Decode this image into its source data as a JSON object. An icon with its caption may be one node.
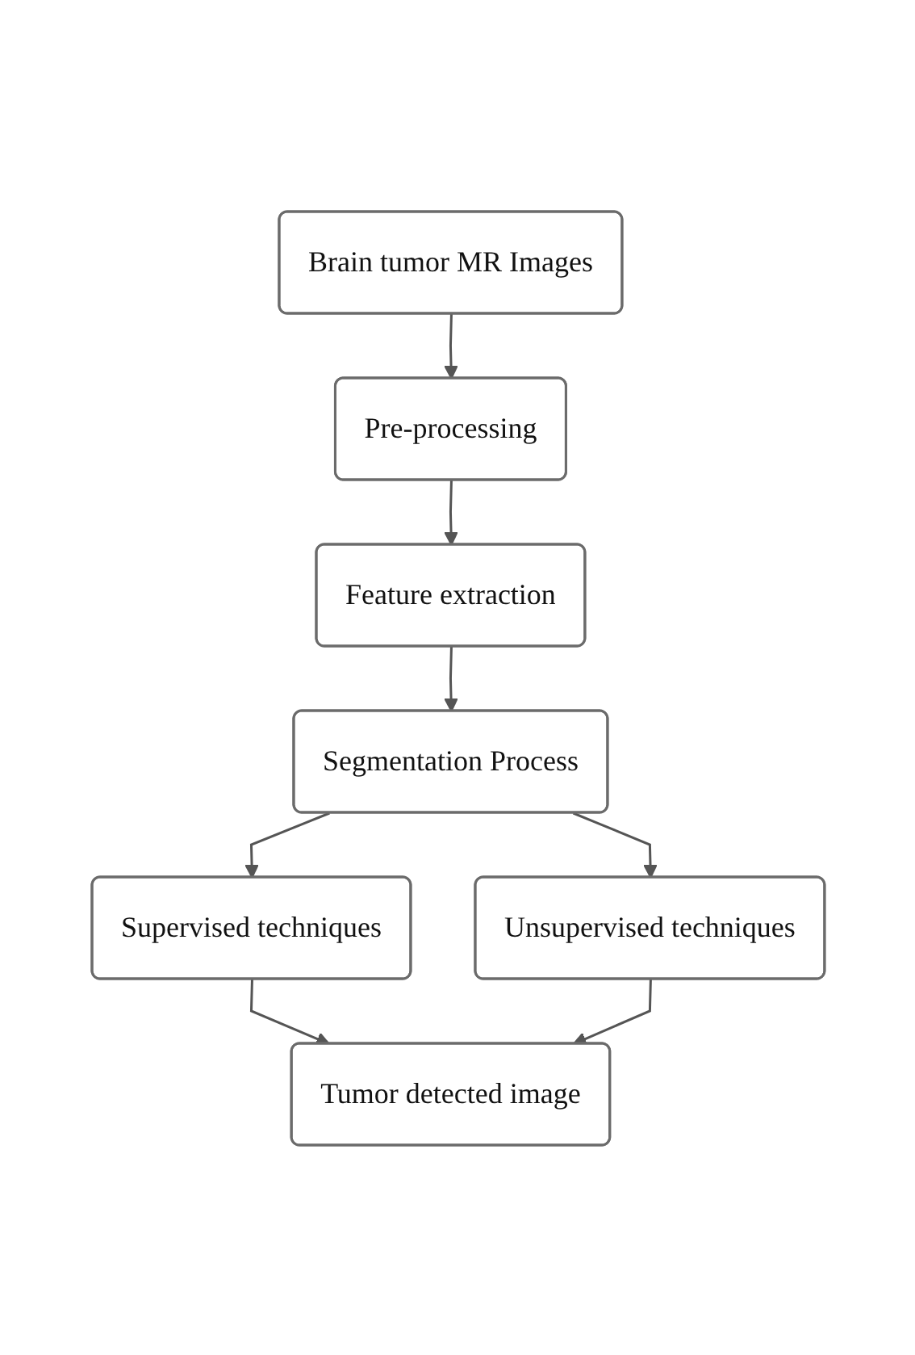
{
  "diagram": {
    "nodes": [
      {
        "text": [
          "Brain tumor MR Images"
        ]
      },
      {
        "text": [
          "Pre-processing"
        ]
      },
      {
        "text": [
          "Feature extraction"
        ]
      },
      {
        "text": [
          "Segmentation Process"
        ]
      },
      {
        "text": [
          "Supervised techniques"
        ]
      },
      {
        "text": [
          "Unsupervised techniques"
        ]
      },
      {
        "text": [
          "Tumor detected image"
        ]
      }
    ],
    "edges": [
      {
        "from": 0,
        "to": 1,
        "arrow": "to"
      },
      {
        "from": 1,
        "to": 2,
        "arrow": "to"
      },
      {
        "from": 2,
        "to": 3,
        "arrow": "to"
      },
      {
        "from": 3,
        "to": 4,
        "arrow": "to"
      },
      {
        "from": 3,
        "to": 5,
        "arrow": "to"
      },
      {
        "from": 4,
        "to": 6,
        "arrow": "to"
      },
      {
        "from": 5,
        "to": 6,
        "arrow": "to"
      }
    ]
  }
}
